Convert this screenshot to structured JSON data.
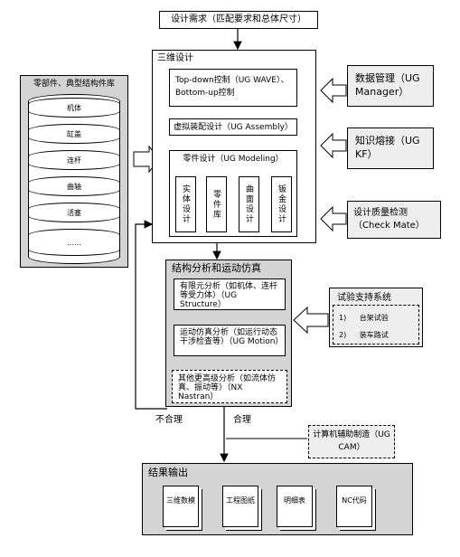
{
  "top": {
    "requirements": "设计需求（匹配要求和总体尺寸）"
  },
  "design3d": {
    "title": "三维设计",
    "wave": "Top-down控制（UG WAVE）、Bottom-up控制",
    "assembly": "虚拟装配设计（UG Assembly）",
    "modeling": {
      "title": "零件设计（UG Modeling）",
      "subs": [
        "实体设计",
        "零件库",
        "曲面设计",
        "钣金设计"
      ]
    }
  },
  "library": {
    "title": "零部件、典型结构件库",
    "items": [
      "机体",
      "缸盖",
      "连杆",
      "曲轴",
      "活塞",
      "……"
    ]
  },
  "right": {
    "data_mgmt": "数据管理（UG Manager）",
    "knowledge": "知识熔接（UG KF）",
    "quality": "设计质量检测（Check Mate）"
  },
  "analysis": {
    "title": "结构分析和运动仿真",
    "fea": "有限元分析（如机体、连杆等受力体）（UG Structure）",
    "motion": "运动仿真分析（如运行动态干涉检查等）（UG Motion）",
    "other": "其他更高级分析（如流体仿真、振动等）（NX Nastran）"
  },
  "test": {
    "title": "试验支持系统",
    "items": [
      {
        "num": "1)",
        "label": "台架试验"
      },
      {
        "num": "2)",
        "label": "装车路试"
      }
    ]
  },
  "flow": {
    "unreasonable": "不合理",
    "reasonable": "合理"
  },
  "cam": "计算机辅助制造（UG CAM）",
  "output": {
    "title": "结果输出",
    "docs": [
      "三维数模",
      "工程图纸",
      "明细表",
      "NC代码"
    ]
  }
}
